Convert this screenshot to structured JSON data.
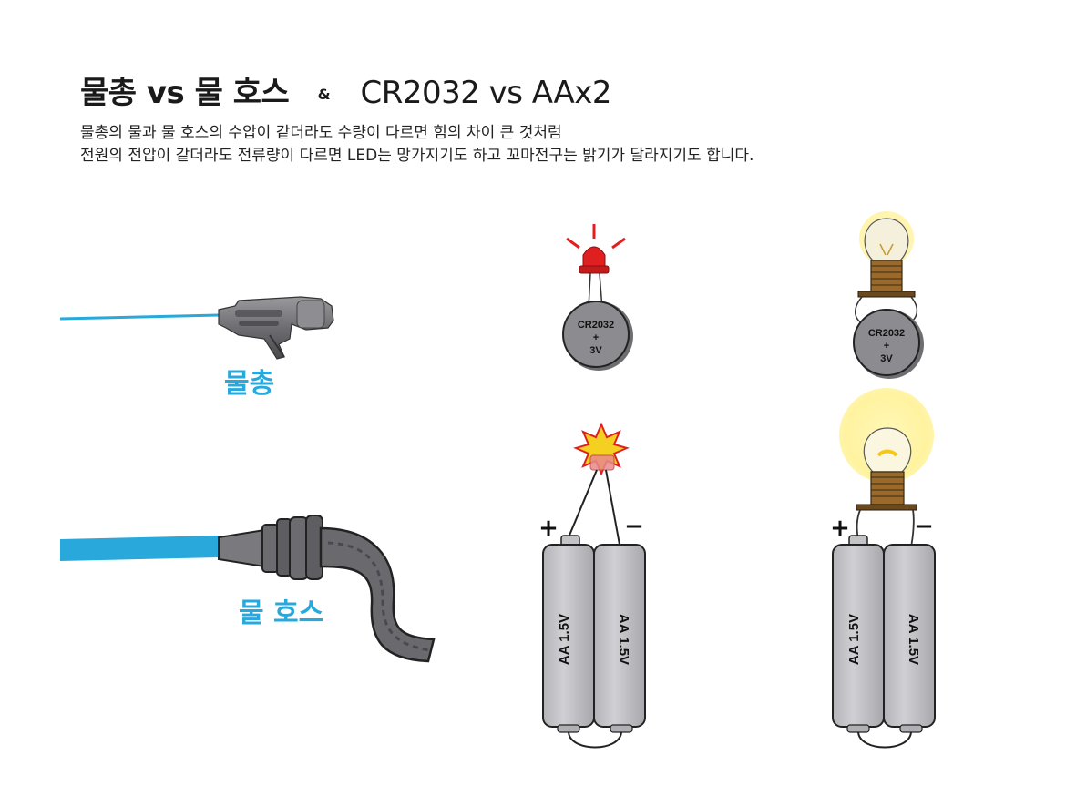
{
  "title": {
    "left": "물총 vs 물 호스",
    "amp": "&",
    "right": "CR2032 vs  AAx2"
  },
  "description": [
    "물총의 물과 물 호스의 수압이 같더라도 수량이 다르면 힘의 차이 큰 것처럼",
    "전원의 전압이 같더라도 전류량이 다르면 LED는 망가지기도 하고 꼬마전구는 밝기가 달라지기도 합니다."
  ],
  "labels": {
    "water_gun": "물총",
    "water_hose": "물 호스"
  },
  "coin_cell": {
    "model": "CR2032",
    "plus": "+",
    "voltage": "3V"
  },
  "aa_battery": {
    "label": "AA 1.5V",
    "plus_terminal": "+",
    "minus_terminal": "−"
  },
  "colors": {
    "water_blue": "#29a8dc",
    "battery_gray": "#c4c4c8",
    "led_red": "#e02020",
    "bulb_glow": "#fff3a8"
  }
}
